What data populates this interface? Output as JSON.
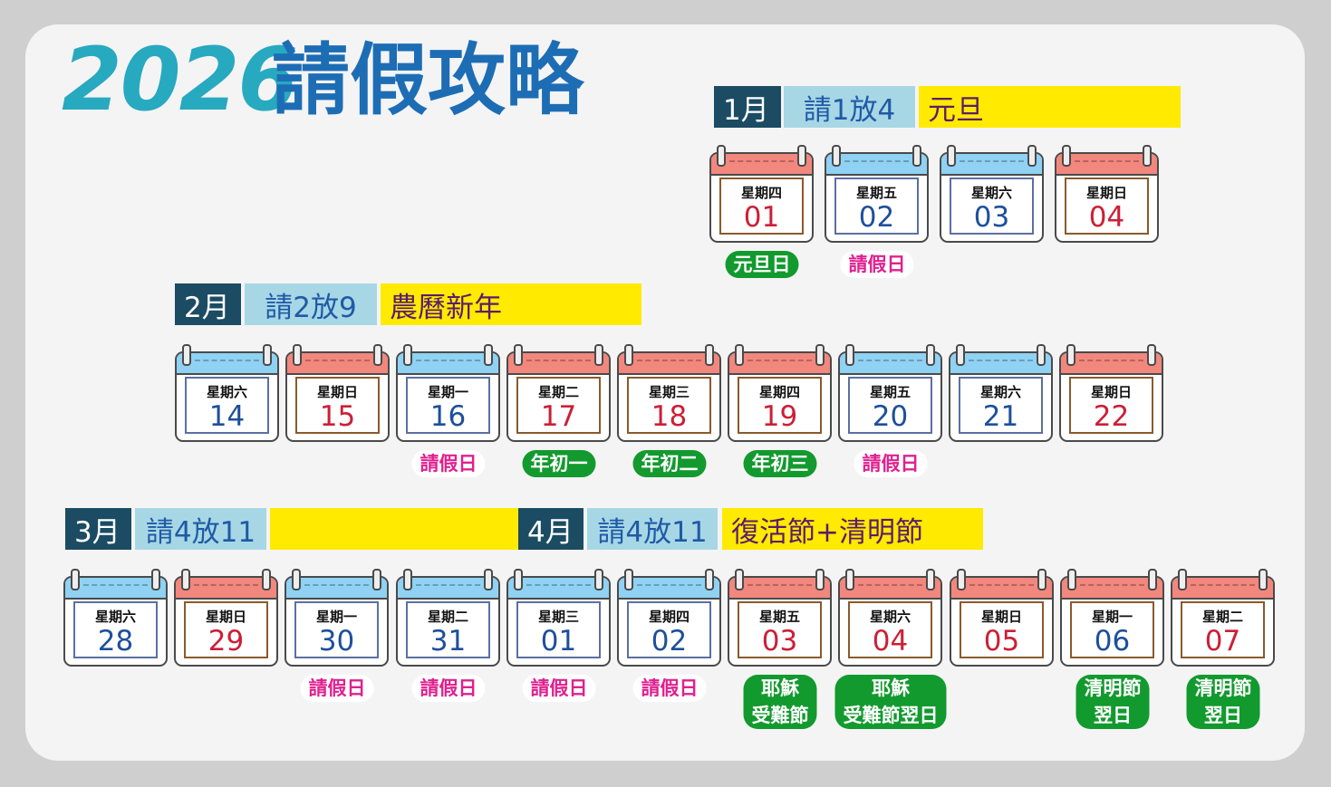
{
  "title": {
    "year": "2026",
    "main": "請假攻略"
  },
  "colors": {
    "accent_dark": "#1b4c63",
    "light_blue": "#a7d7e5",
    "yellow": "#ffea00",
    "green": "#129a2e",
    "pink": "#e0208f"
  },
  "sections": [
    {
      "month": "1月",
      "ratio": "請1放4",
      "holiday": "元旦",
      "days": [
        {
          "dow": "星期四",
          "num": "01",
          "head": "red",
          "color": "red",
          "tag": "元旦日",
          "tag_type": "green"
        },
        {
          "dow": "星期五",
          "num": "02",
          "head": "blue",
          "color": "blue",
          "tag": "請假日",
          "tag_type": "pink"
        },
        {
          "dow": "星期六",
          "num": "03",
          "head": "blue",
          "color": "blue"
        },
        {
          "dow": "星期日",
          "num": "04",
          "head": "red",
          "color": "red"
        }
      ]
    },
    {
      "month": "2月",
      "ratio": "請2放9",
      "holiday": "農曆新年",
      "days": [
        {
          "dow": "星期六",
          "num": "14",
          "head": "blue",
          "color": "blue"
        },
        {
          "dow": "星期日",
          "num": "15",
          "head": "red",
          "color": "red"
        },
        {
          "dow": "星期一",
          "num": "16",
          "head": "blue",
          "color": "blue",
          "tag": "請假日",
          "tag_type": "pink"
        },
        {
          "dow": "星期二",
          "num": "17",
          "head": "red",
          "color": "red",
          "tag": "年初一",
          "tag_type": "green"
        },
        {
          "dow": "星期三",
          "num": "18",
          "head": "red",
          "color": "red",
          "tag": "年初二",
          "tag_type": "green"
        },
        {
          "dow": "星期四",
          "num": "19",
          "head": "red",
          "color": "red",
          "tag": "年初三",
          "tag_type": "green"
        },
        {
          "dow": "星期五",
          "num": "20",
          "head": "blue",
          "color": "blue",
          "tag": "請假日",
          "tag_type": "pink"
        },
        {
          "dow": "星期六",
          "num": "21",
          "head": "blue",
          "color": "blue"
        },
        {
          "dow": "星期日",
          "num": "22",
          "head": "red",
          "color": "red"
        }
      ]
    },
    {
      "month": "3月",
      "ratio": "請4放11",
      "holiday": "",
      "month2": "4月",
      "ratio2": "請4放11",
      "holiday2": "復活節+清明節",
      "days": [
        {
          "dow": "星期六",
          "num": "28",
          "head": "blue",
          "color": "blue"
        },
        {
          "dow": "星期日",
          "num": "29",
          "head": "red",
          "color": "red"
        },
        {
          "dow": "星期一",
          "num": "30",
          "head": "blue",
          "color": "blue",
          "tag": "請假日",
          "tag_type": "pink"
        },
        {
          "dow": "星期二",
          "num": "31",
          "head": "blue",
          "color": "blue",
          "tag": "請假日",
          "tag_type": "pink"
        },
        {
          "dow": "星期三",
          "num": "01",
          "head": "blue",
          "color": "blue",
          "tag": "請假日",
          "tag_type": "pink"
        },
        {
          "dow": "星期四",
          "num": "02",
          "head": "blue",
          "color": "blue",
          "tag": "請假日",
          "tag_type": "pink"
        },
        {
          "dow": "星期五",
          "num": "03",
          "head": "red",
          "color": "red",
          "tag": "耶穌\n受難節",
          "tag_type": "green"
        },
        {
          "dow": "星期六",
          "num": "04",
          "head": "red",
          "color": "red",
          "tag": "耶穌\n受難節翌日",
          "tag_type": "green"
        },
        {
          "dow": "星期日",
          "num": "05",
          "head": "red",
          "color": "red"
        },
        {
          "dow": "星期一",
          "num": "06",
          "head": "red",
          "color": "blue",
          "tag": "清明節\n翌日",
          "tag_type": "green"
        },
        {
          "dow": "星期二",
          "num": "07",
          "head": "red",
          "color": "red",
          "tag": "清明節\n翌日",
          "tag_type": "green"
        }
      ]
    }
  ]
}
